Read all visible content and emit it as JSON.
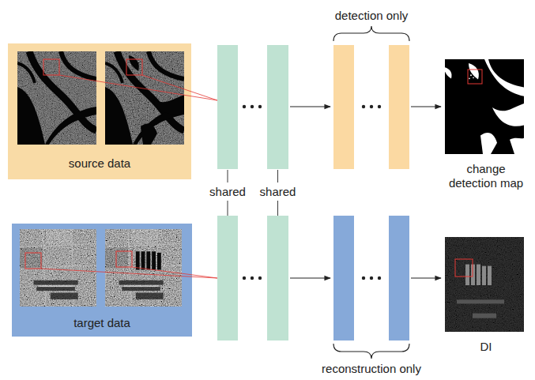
{
  "diagram": {
    "nodes": [
      {
        "text": [
          "source data"
        ]
      },
      {
        "text": [
          "target data"
        ]
      },
      {
        "text": [
          "change detection map"
        ]
      },
      {
        "text": [
          "DI"
        ]
      }
    ],
    "labels": [
      "detection only",
      "shared",
      "shared",
      "reconstruction only"
    ]
  }
}
